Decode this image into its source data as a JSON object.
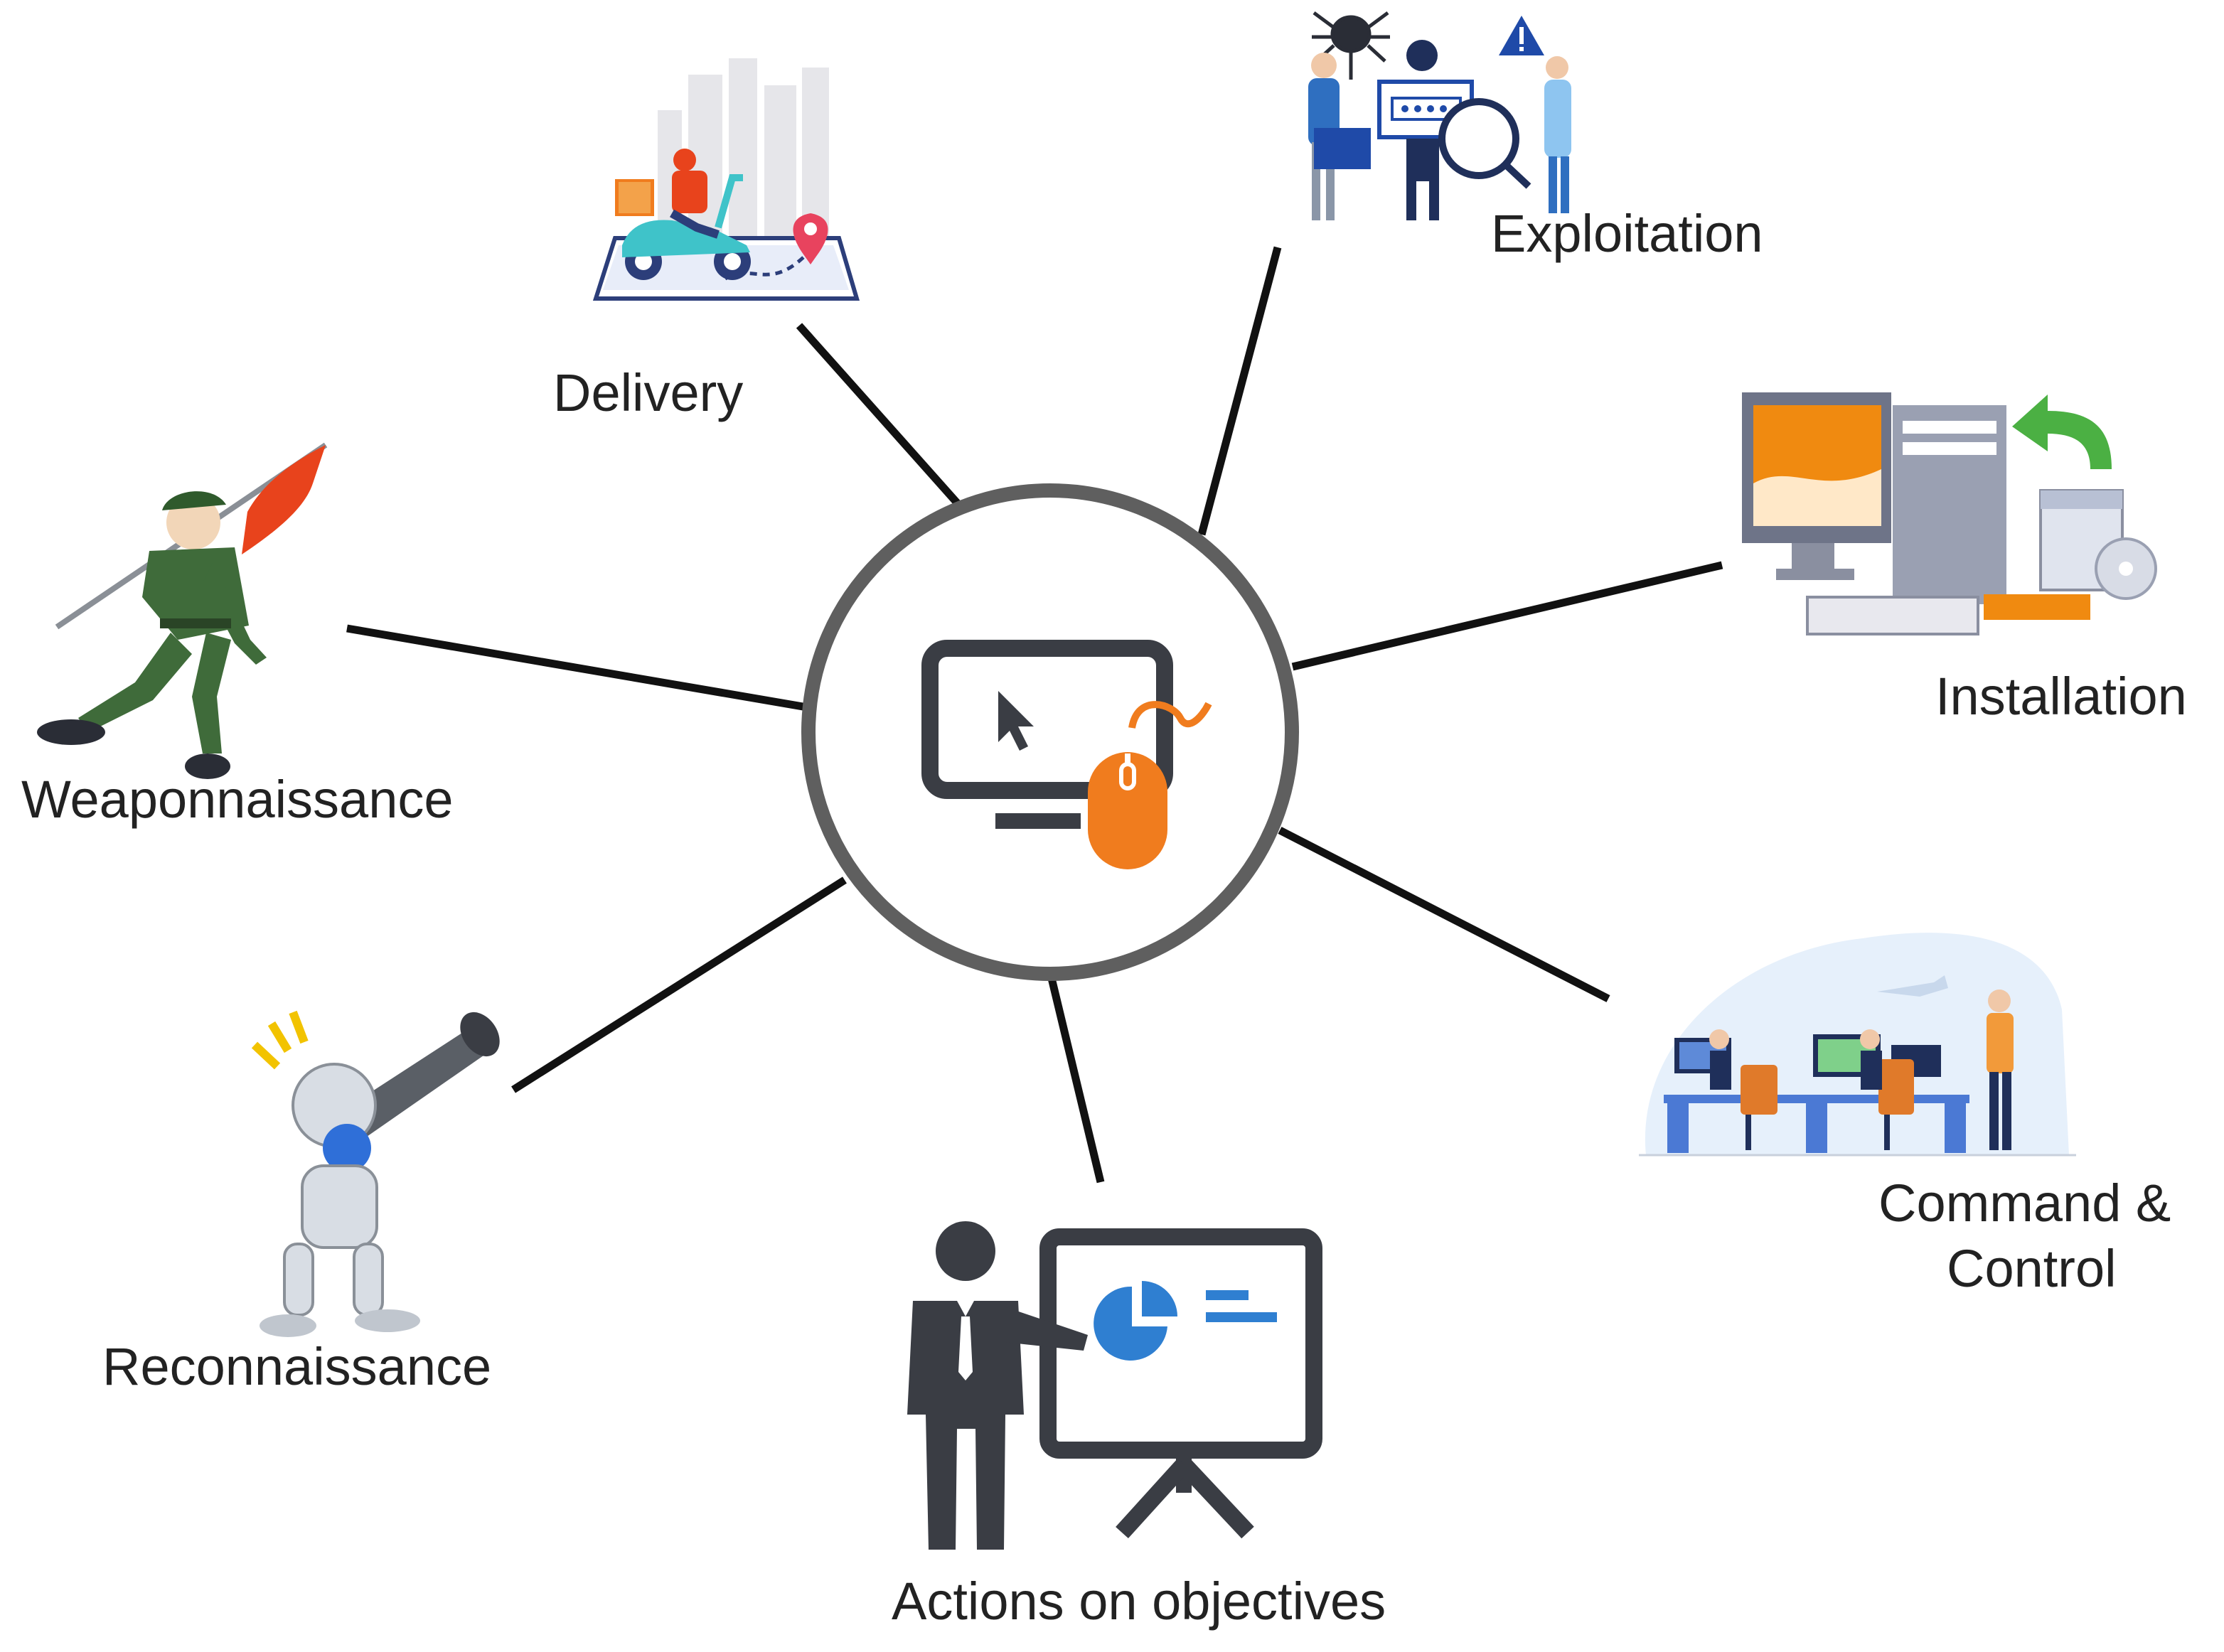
{
  "center": {
    "icon": "computer-mouse-icon"
  },
  "stages": {
    "reconnaissance": {
      "label": "Reconnaissance",
      "icon": "robot-telescope-icon"
    },
    "weaponnaissance": {
      "label": "Weaponnaissance",
      "icon": "soldier-flag-icon"
    },
    "delivery": {
      "label": "Delivery",
      "icon": "delivery-scooter-icon"
    },
    "exploitation": {
      "label": "Exploitation",
      "icon": "hackers-group-icon"
    },
    "installation": {
      "label": "Installation",
      "icon": "desktop-install-icon"
    },
    "command_control": {
      "label_line1": "Command &",
      "label_line2": "Control",
      "icon": "control-room-icon"
    },
    "actions": {
      "label": "Actions on objectives",
      "icon": "presenter-board-icon"
    }
  },
  "colors": {
    "ring": "#5f5f5f",
    "spoke": "#111111",
    "accent_orange": "#f07c1e",
    "dark_gray": "#3a3d44",
    "accent_blue": "#2f7fd1",
    "soldier_green": "#3f6b3a",
    "flag_red": "#e8431c",
    "scooter_teal": "#3fc3c9"
  }
}
